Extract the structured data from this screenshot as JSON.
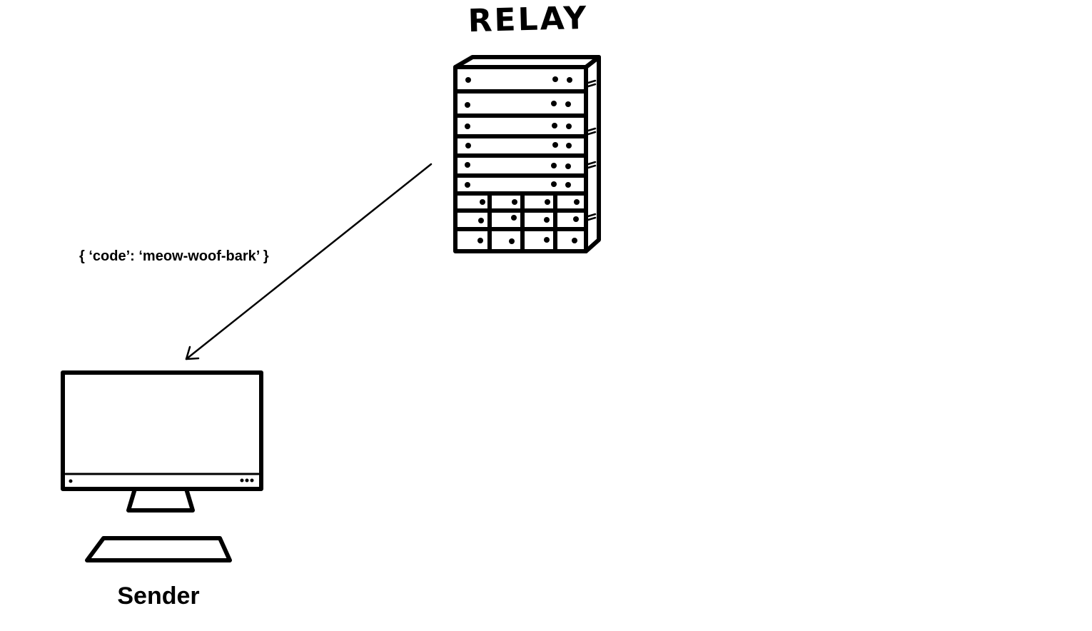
{
  "relay": {
    "label": "RELAY",
    "icon": "server-rack-icon"
  },
  "sender": {
    "label": "Sender",
    "icon": "desktop-computer-icon"
  },
  "connection": {
    "message": "{ ‘code’: ‘meow-woof-bark’ }",
    "direction": "relay-to-sender"
  },
  "colors": {
    "stroke": "#000000",
    "background": "#ffffff"
  }
}
